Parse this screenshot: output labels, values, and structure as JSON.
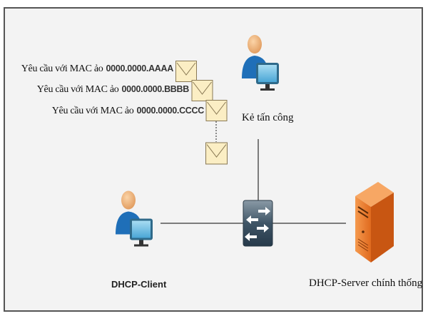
{
  "requests": [
    {
      "prefix": "Yêu cầu với MAC ảo",
      "mac": "0000.0000.AAAA"
    },
    {
      "prefix": "Yêu cầu với MAC ảo",
      "mac": "0000.0000.BBBB"
    },
    {
      "prefix": "Yêu cầu với MAC ảo",
      "mac": "0000.0000.CCCC"
    }
  ],
  "nodes": {
    "attacker": "Kẻ tấn công",
    "client": "DHCP-Client",
    "server": "DHCP-Server chính thống"
  },
  "colors": {
    "envelope": "#fbeec4",
    "switch": "#34495a",
    "server": "#e8772e",
    "person_body": "#1f6fb8",
    "monitor": "#5cb6e0"
  }
}
